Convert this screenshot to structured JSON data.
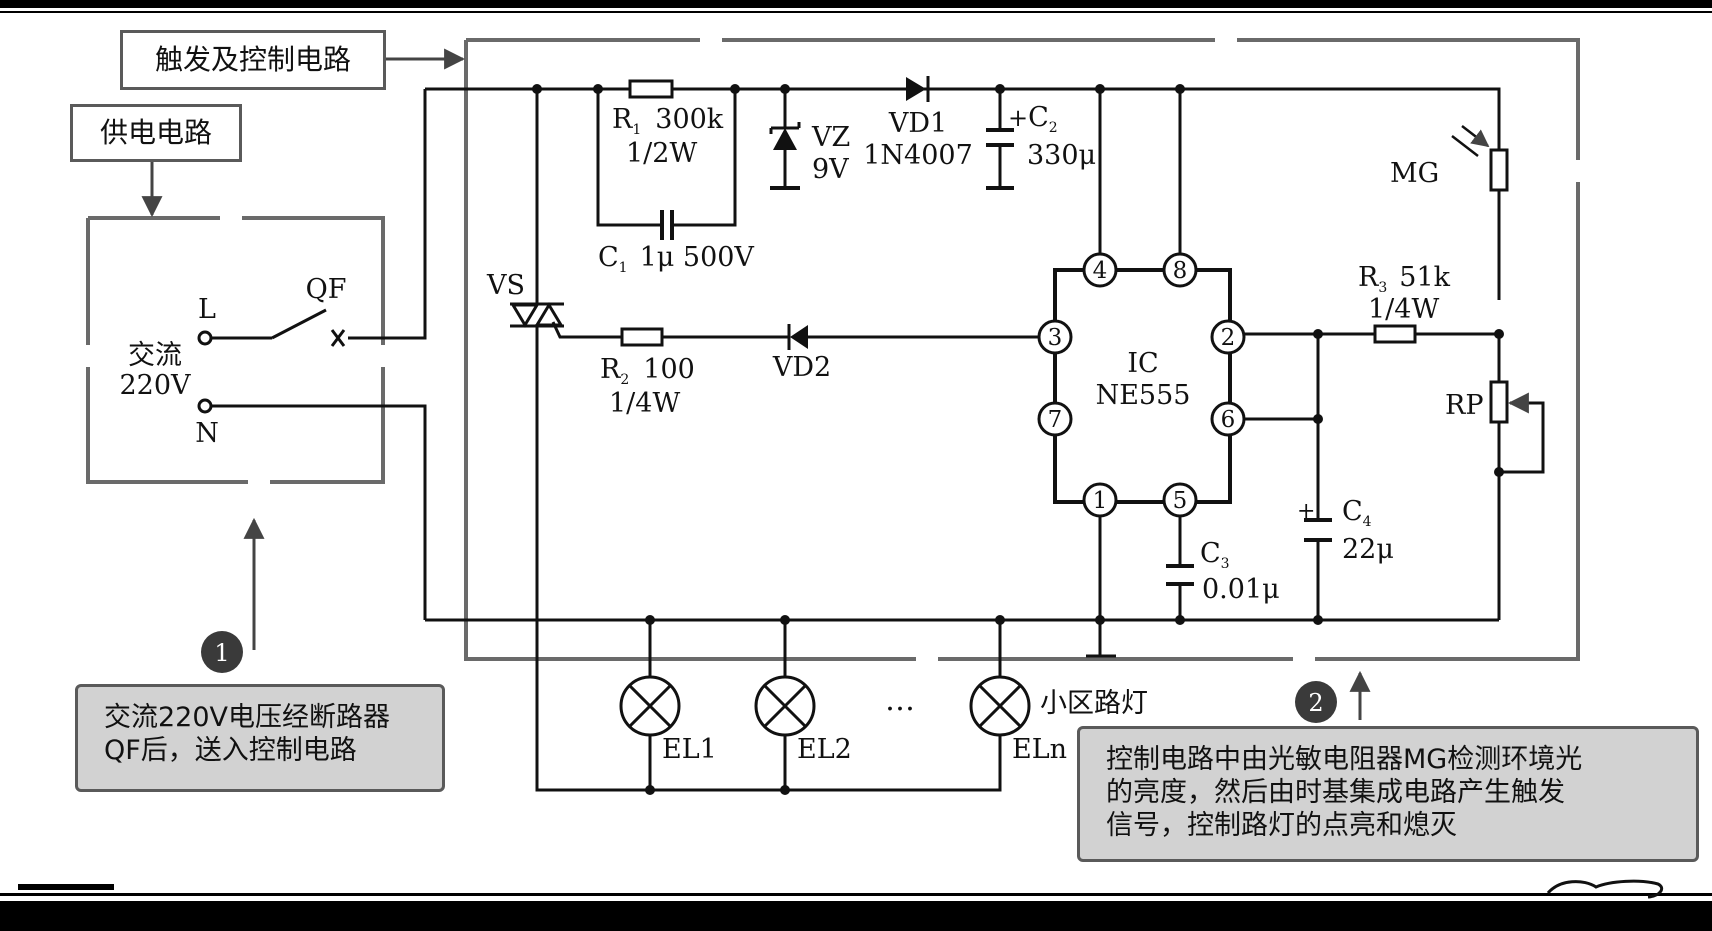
{
  "section_boxes": {
    "trigger": "触发及控制电路",
    "power": "供电电路"
  },
  "source": {
    "ac": "交流",
    "voltage": "220V",
    "line": "L",
    "neutral": "N",
    "breaker": "QF"
  },
  "components": {
    "r1_name": "R",
    "r1_sub": "1",
    "r1_value": "300k",
    "r1_power": "1/2W",
    "c1_name": "C",
    "c1_sub": "1",
    "c1_value": "1μ  500V",
    "vz_name": "VZ",
    "vz_value": "9V",
    "vd1_name": "VD1",
    "vd1_value": "1N4007",
    "c2_plus": "+",
    "c2_name": "C",
    "c2_sub": "2",
    "c2_value": "330μ",
    "vs_name": "VS",
    "r2_name": "R",
    "r2_sub": "2",
    "r2_value": "100",
    "r2_power": "1/4W",
    "vd2_name": "VD2",
    "ic_name": "IC",
    "ic_value": "NE555",
    "mg_name": "MG",
    "r3_name": "R",
    "r3_sub": "3",
    "r3_value": "51k",
    "r3_power": "1/4W",
    "rp_name": "RP",
    "c3_name": "C",
    "c3_sub": "3",
    "c3_value": "0.01μ",
    "c4_plus": "+",
    "c4_name": "C",
    "c4_sub": "4",
    "c4_value": "22μ"
  },
  "ic_pins": [
    "4",
    "8",
    "3",
    "2",
    "7",
    "6",
    "1",
    "5"
  ],
  "lamps": {
    "el1": "EL1",
    "el2": "EL2",
    "eln": "ELn",
    "dots": "…",
    "label": "小区路灯"
  },
  "callouts": {
    "c1_num": "1",
    "c1_lines": [
      "交流220V电压经断路器",
      "QF后，送入控制电路"
    ],
    "c2_num": "2",
    "c2_lines": [
      "控制电路中由光敏电阻器MG检测环境光",
      "的亮度，然后由时基集成电路产生触发",
      "信号，控制路灯的点亮和熄灭"
    ]
  }
}
